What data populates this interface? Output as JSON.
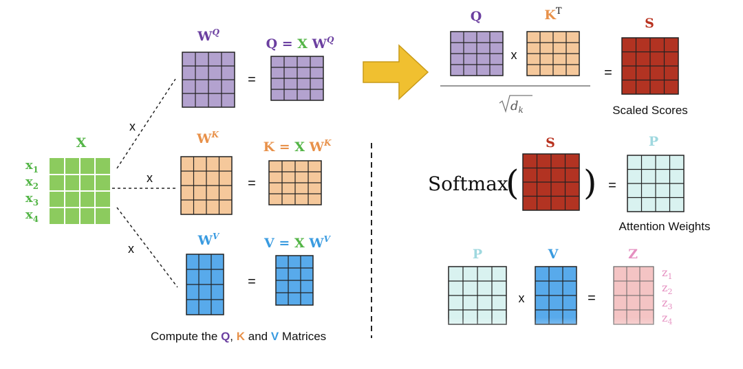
{
  "colors": {
    "purple": "#6b3fa0",
    "purple_fill": "#b3a2cf",
    "orange": "#e8914a",
    "orange_fill": "#f5c89b",
    "green": "#54b547",
    "green_fill": "#8ccb5e",
    "blue": "#3a9be0",
    "blue_fill": "#58aaeb",
    "red": "#b8321f",
    "red_fill": "#b23322",
    "teal_fill": "#d9f2f0",
    "teal_label": "#9fd8df",
    "pink": "#e58fc0",
    "pink_fill": "#f4c4c4",
    "arrow": "#f0c030"
  },
  "icons": [
    "right-arrow-icon"
  ],
  "labels": {
    "x_title": "X",
    "x_rows": [
      "x",
      "x",
      "x",
      "x"
    ],
    "x_row_subs": [
      "1",
      "2",
      "3",
      "4"
    ],
    "wq": "W",
    "wq_sup": "Q",
    "wk": "W",
    "wk_sup": "K",
    "wv": "W",
    "wv_sup": "V",
    "q_eq_left": "Q = ",
    "q_eq_x": "X",
    "q_eq_w": " W",
    "q_eq_sup": "Q",
    "k_eq_left": "K = ",
    "k_eq_x": "X",
    "k_eq_w": " W",
    "k_eq_sup": "K",
    "v_eq_left": "V = ",
    "v_eq_x": "X",
    "v_eq_w": " W",
    "v_eq_sup": "V",
    "times": "x",
    "equals": "=",
    "caption_pre": "Compute the ",
    "caption_q": "Q",
    "caption_mid1": ", ",
    "caption_k": "K",
    "caption_mid2": " and ",
    "caption_v": "V",
    "caption_post": " Matrices",
    "q_label": "Q",
    "kt_label": "K",
    "kt_sup": "T",
    "sqrt_dk": "d",
    "sqrt_dk_sub": "k",
    "s_label": "S",
    "scaled_scores": "Scaled Scores",
    "softmax": "Softmax",
    "paren_open": "(",
    "paren_close": ")",
    "s_label2": "S",
    "p_label": "P",
    "attention_weights": "Attention Weights",
    "p_label2": "P",
    "v_label": "V",
    "z_label": "Z",
    "z_rows": [
      "z",
      "z",
      "z",
      "z"
    ],
    "z_row_subs": [
      "1",
      "2",
      "3",
      "4"
    ]
  }
}
